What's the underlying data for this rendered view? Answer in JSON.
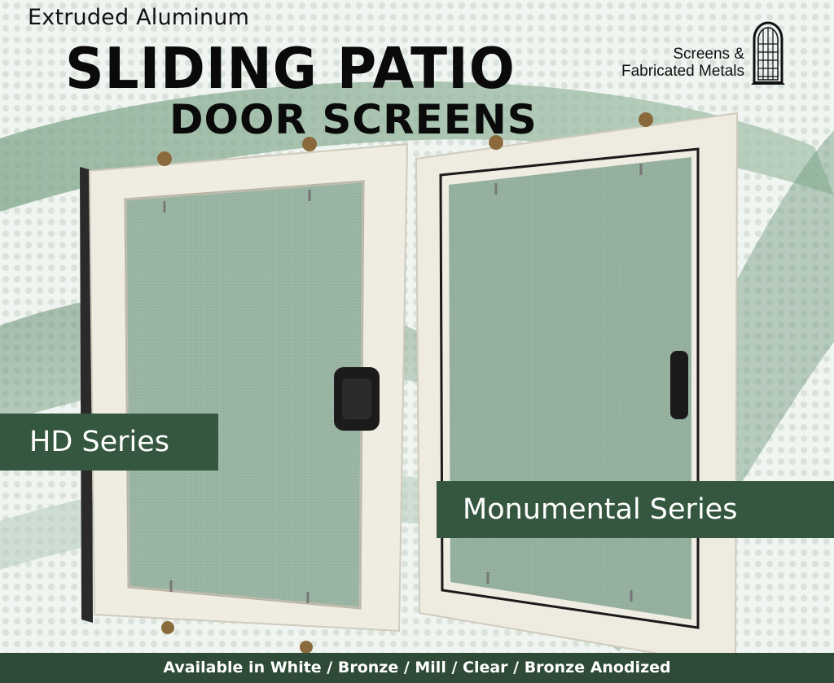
{
  "header": {
    "pre_title": "Extruded Aluminum",
    "title_line1": "SLIDING PATIO",
    "title_line2": "DOOR SCREENS"
  },
  "logo": {
    "line1": "Screens &",
    "line2": "Fabricated Metals",
    "icon": "arched-window-icon"
  },
  "labels": {
    "hd_series": "HD Series",
    "monumental_series": "Monumental Series"
  },
  "footer": {
    "text": "Available in White / Bronze / Mill / Clear / Bronze Anodized"
  },
  "colors": {
    "banner_green": "#35563f",
    "footer_green": "#2f4a37",
    "frame_white": "#f2efe4",
    "mesh_green": "#8aa895"
  }
}
